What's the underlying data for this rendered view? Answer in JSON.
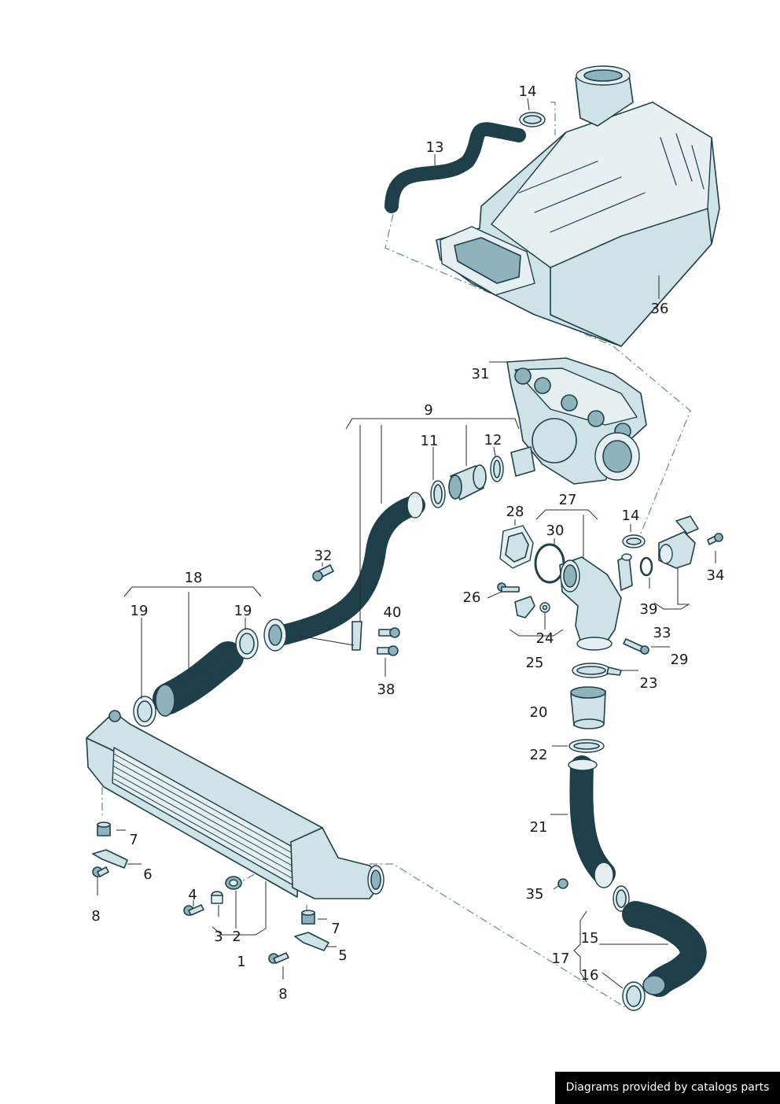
{
  "diagram": {
    "callouts": {
      "c1": "1",
      "c2": "2",
      "c3": "3",
      "c4": "4",
      "c5": "5",
      "c6": "6",
      "c7a": "7",
      "c7b": "7",
      "c8a": "8",
      "c8b": "8",
      "c9": "9",
      "c11": "11",
      "c12": "12",
      "c13": "13",
      "c14a": "14",
      "c14b": "14",
      "c15": "15",
      "c16": "16",
      "c17": "17",
      "c18": "18",
      "c19a": "19",
      "c19b": "19",
      "c20": "20",
      "c21": "21",
      "c22": "22",
      "c23": "23",
      "c24": "24",
      "c25": "25",
      "c26": "26",
      "c27": "27",
      "c28": "28",
      "c29": "29",
      "c30": "30",
      "c31": "31",
      "c32": "32",
      "c33": "33",
      "c34": "34",
      "c35": "35",
      "c36": "36",
      "c38": "38",
      "c39": "39",
      "c40": "40"
    }
  },
  "watermark": {
    "text": "Diagrams provided by catalogs parts"
  }
}
